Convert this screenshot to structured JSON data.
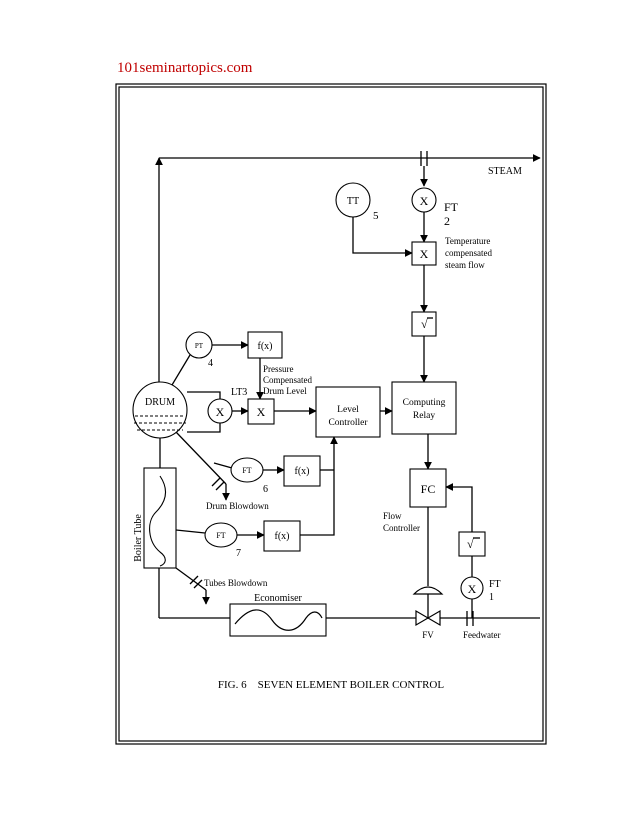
{
  "header": {
    "site": "101seminartopics.com"
  },
  "diagram": {
    "caption": "FIG. 6    SEVEN ELEMENT BOILER CONTROL",
    "steam": "STEAM",
    "tt": "TT",
    "tt_num": "5",
    "x": "X",
    "ft": "FT",
    "ft2_num": "2",
    "temp_comp": [
      "Temperature",
      "compensated",
      "steam flow"
    ],
    "sqrt": "√",
    "pt": "PT",
    "pt_num": "4",
    "fx": "f(x)",
    "pressure_comp": [
      "Pressure",
      "Compensated",
      "Drum Level"
    ],
    "lt3": "LT3",
    "drum": "DRUM",
    "level_controller": [
      "Level",
      "Controller"
    ],
    "computing_relay": [
      "Computing",
      "Relay"
    ],
    "ft6_num": "6",
    "drum_blowdown": "Drum   Blowdown",
    "fc": "FC",
    "flow_controller": [
      "Flow",
      "Controller"
    ],
    "ft7_num": "7",
    "boiler_tube": "Boiler Tube",
    "tubes_blowdown": "Tubes Blowdown",
    "economiser": "Economiser",
    "ft1": "FT",
    "ft1_num": "1",
    "fv": "FV",
    "feedwater": "Feedwater"
  }
}
